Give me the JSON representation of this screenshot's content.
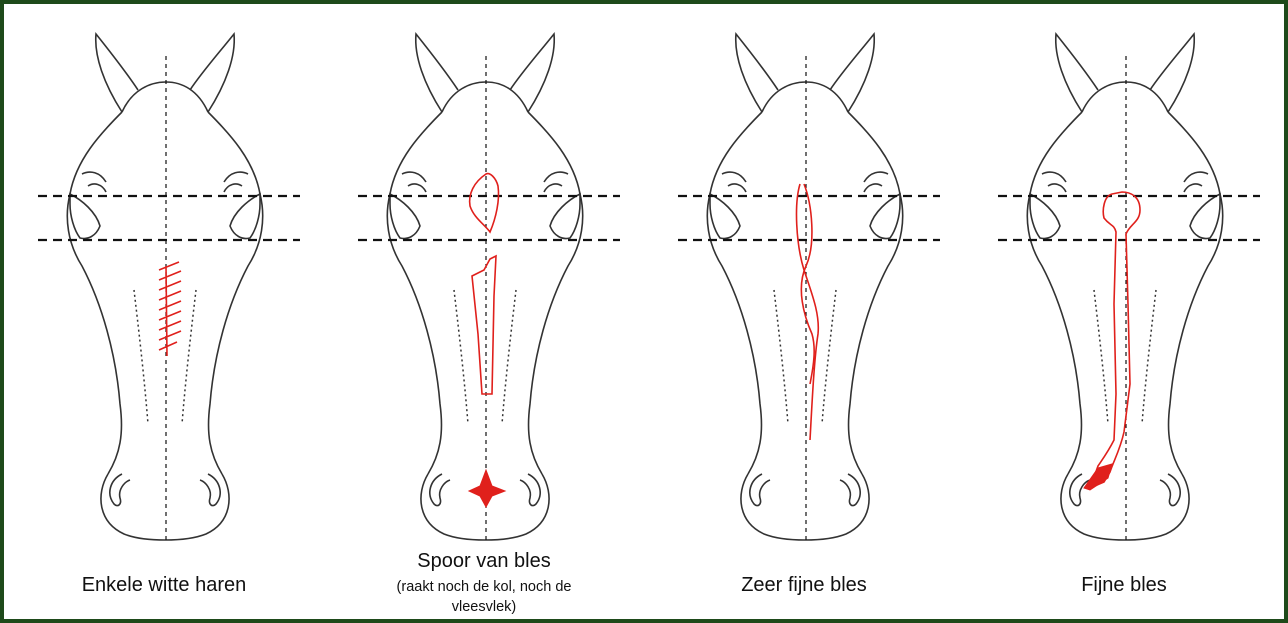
{
  "panels": [
    {
      "caption": "Enkele witte haren",
      "subcaption": ""
    },
    {
      "caption": "Spoor van bles",
      "subcaption": "(raakt noch de kol, noch de vleesvlek)"
    },
    {
      "caption": "Zeer fijne bles",
      "subcaption": ""
    },
    {
      "caption": "Fijne bles",
      "subcaption": ""
    }
  ],
  "colors": {
    "border": "#1e4a1a",
    "outline": "#333333",
    "marking": "#e0201c",
    "guide": "#111111"
  }
}
